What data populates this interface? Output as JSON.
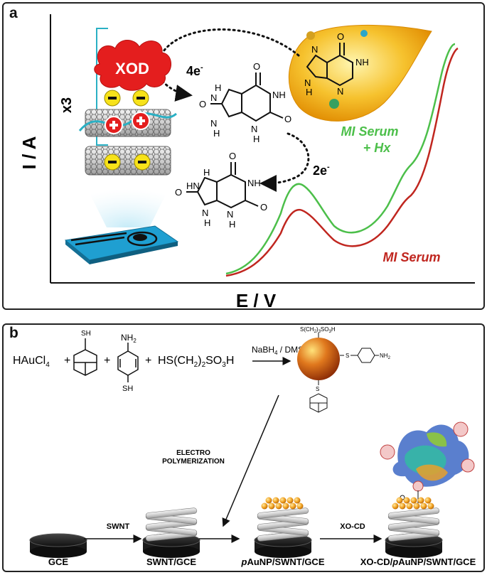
{
  "panel_a": {
    "label": "a",
    "x_axis_label": "E / V",
    "y_axis_label": "I / A",
    "enzyme": "XOD",
    "layers": "x3",
    "electrons_1": "4e",
    "electrons_2": "2e",
    "electron_sup": "-",
    "curve_1": {
      "name": "MI Serum + Hx",
      "line1": "MI Serum",
      "line2": "+ Hx",
      "color": "#4cbf4a"
    },
    "curve_2": {
      "name": "MI Serum",
      "color": "#c0261f"
    },
    "atom_N": "N",
    "atom_H": "H",
    "atom_O": "O",
    "atom_NH": "NH",
    "atom_HN": "HN"
  },
  "panel_b": {
    "label": "b",
    "reagent_1": "HAuCl",
    "reagent_1_sub": "4",
    "plus": "+",
    "thiol_sh": "SH",
    "aryl_nh2": "NH",
    "aryl_nh2_sub": "2",
    "reagent_4": "HS(CH",
    "reagent_4_sub1": "2",
    "reagent_4_mid": ")",
    "reagent_4_sub2": "2",
    "reagent_4_tail": "SO",
    "reagent_4_sub3": "3",
    "reagent_4_end": "H",
    "conditions": "NaBH",
    "conditions_sub": "4",
    "conditions_tail": " / DMSO",
    "np_label_top": "S(CH",
    "np_label_top_sub1": "2",
    "np_label_top_mid": ")",
    "np_label_top_sub2": "3",
    "np_label_top_tail": "SO",
    "np_label_top_sub3": "3",
    "np_label_top_end": "H",
    "np_label_s": "S",
    "electro_line1": "ELECTRO",
    "electro_line2": "POLYMERIZATION",
    "step_swnt": "SWNT",
    "step_xocd": "XO-CD",
    "electrodes": [
      {
        "name": "GCE",
        "italic_prefix": "",
        "rest": "GCE"
      },
      {
        "name": "SWNT/GCE",
        "italic_prefix": "",
        "rest": "SWNT/GCE"
      },
      {
        "name": "pAuNP/SWNT/GCE",
        "italic_prefix": "p",
        "rest": "AuNP/SWNT/GCE"
      },
      {
        "name": "XO-CD/pAuNP/SWNT/GCE",
        "italic_prefix": "",
        "rest": "XO-CD/",
        "italic_mid": "p",
        "rest2": "AuNP/SWNT/GCE"
      }
    ]
  }
}
